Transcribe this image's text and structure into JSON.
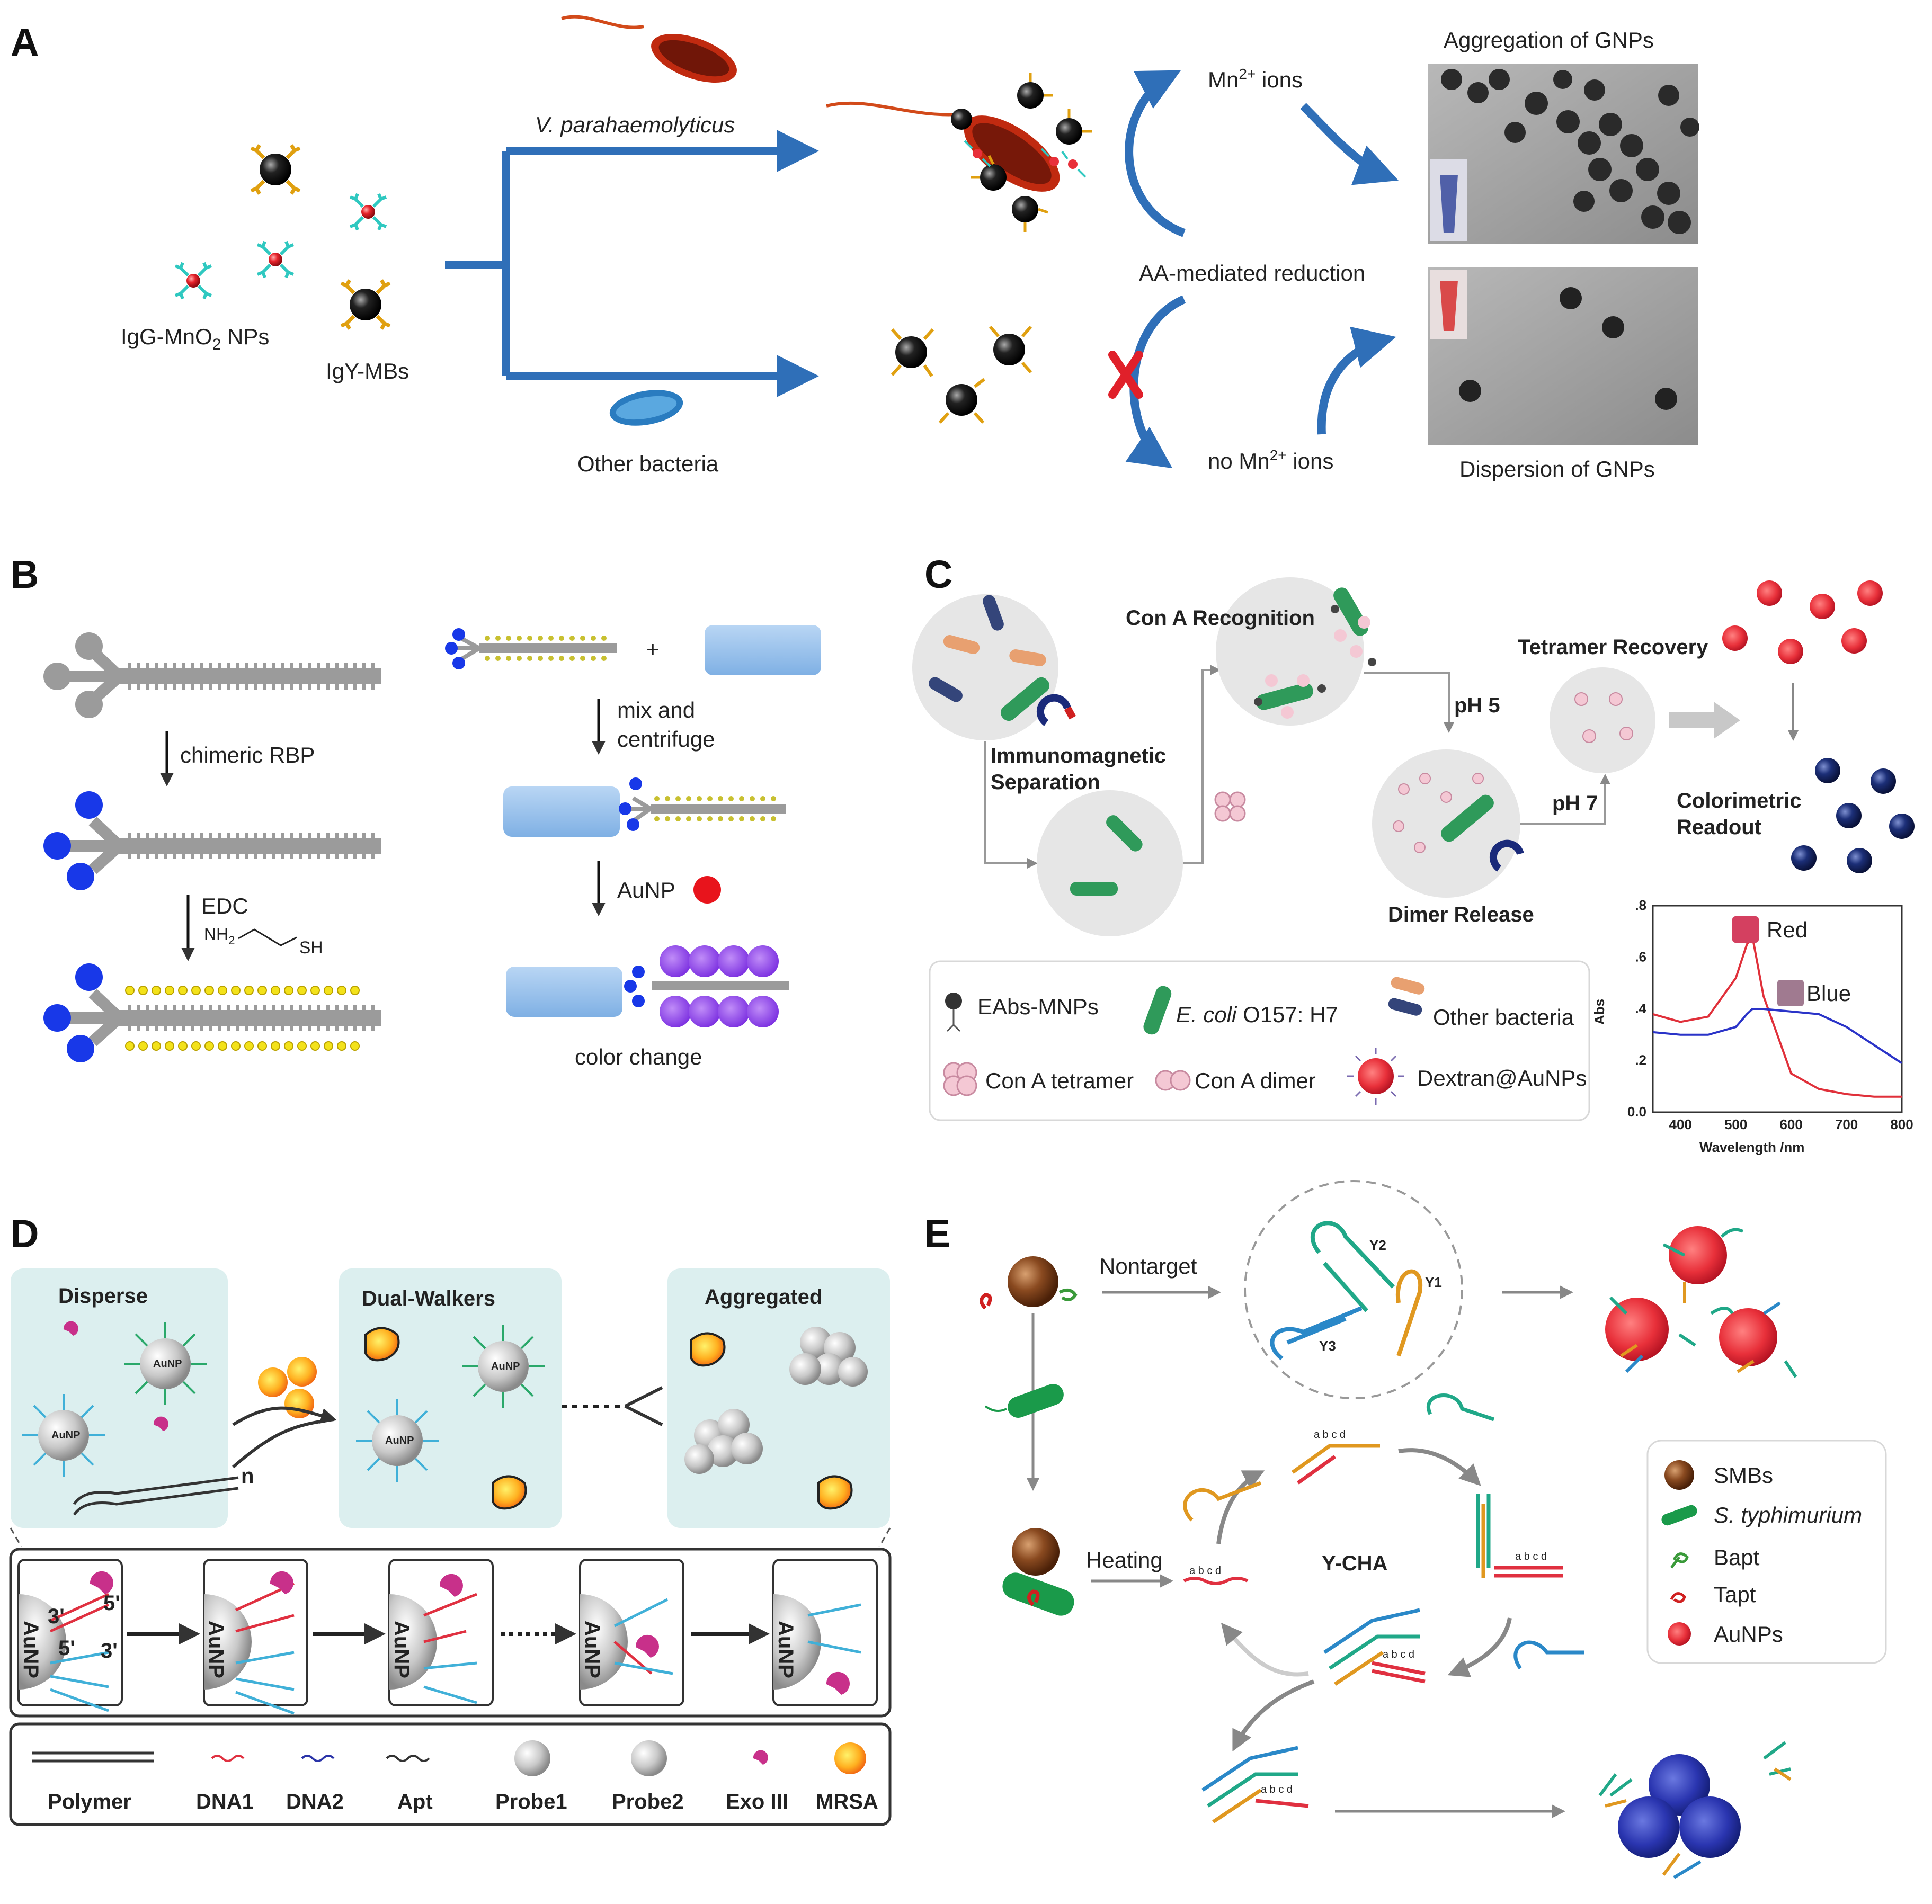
{
  "panels": {
    "A": {
      "letter": "A",
      "pathogen": "V. parahaemolyticus",
      "other": "Other bacteria",
      "igg": "IgG-MnO",
      "igg_sub": "2",
      "igg_tail": " NPs",
      "igy": "IgY-MBs",
      "mn": "Mn",
      "mn_sup": "2+",
      "mn_tail": " ions",
      "no_mn": "no Mn",
      "aa": "AA-mediated reduction",
      "agg": "Aggregation of GNPs",
      "disp": "Dispersion of GNPs",
      "colors": {
        "arrow": "#2f6fb8",
        "cross": "#e0202a"
      }
    },
    "B": {
      "letter": "B",
      "step1": "chimeric RBP",
      "step2": "EDC",
      "nh2": "NH",
      "nh2_sub": "2",
      "sh": "SH",
      "plus": "+",
      "mix1": "mix and",
      "mix2": "centrifuge",
      "aunp": "AuNP",
      "color_change": "color change"
    },
    "C": {
      "letter": "C",
      "conA": "Con A Recognition",
      "tetramer_rec": "Tetramer Recovery",
      "ims1": "Immunomagnetic",
      "ims2": "Separation",
      "ph5": "pH 5",
      "ph7": "pH 7",
      "dimer_release": "Dimer Release",
      "colorimetric1": "Colorimetric",
      "colorimetric2": "Readout",
      "legend": {
        "eabs": "EAbs-MNPs",
        "ecoli_i": "E. coli",
        "ecoli_t": " O157: H7",
        "other": "Other bacteria",
        "tetramer": "Con A tetramer",
        "dimer": "Con A dimer",
        "dextran": "Dextran@AuNPs"
      },
      "spectrum": {
        "ylabel": "Abs",
        "xlabel": "Wavelength /nm",
        "red_label": "Red",
        "blue_label": "Blue",
        "xticks": [
          "400",
          "500",
          "600",
          "700",
          "800"
        ],
        "yticks": [
          "0.0",
          ".2",
          ".4",
          ".6",
          ".8"
        ]
      }
    },
    "D": {
      "letter": "D",
      "disperse": "Disperse",
      "dual": "Dual-Walkers",
      "aggregated": "Aggregated",
      "aunp": "AuNP",
      "p3": "3'",
      "p5": "5'",
      "n": "n",
      "legend": [
        "Polymer",
        "DNA1",
        "DNA2",
        "Apt",
        "Probe1",
        "Probe2",
        "Exo III",
        "MRSA"
      ]
    },
    "E": {
      "letter": "E",
      "nontarget": "Nontarget",
      "heating": "Heating",
      "ycha": "Y-CHA",
      "y1": "Y1",
      "y2": "Y2",
      "y3": "Y3",
      "abcd": "a b c d",
      "legend": {
        "smbs": "SMBs",
        "styph": "S. typhimurium",
        "bapt": "Bapt",
        "tapt": "Tapt",
        "aunps": "AuNPs"
      }
    }
  },
  "chart_data": {
    "type": "line",
    "xlabel": "Wavelength /nm",
    "ylabel": "Abs",
    "xlim": [
      350,
      800
    ],
    "ylim": [
      0,
      0.8
    ],
    "x": [
      350,
      400,
      450,
      500,
      520,
      530,
      550,
      600,
      650,
      700,
      750,
      800
    ],
    "series": [
      {
        "name": "Red",
        "color": "#e0303a",
        "values": [
          0.38,
          0.35,
          0.37,
          0.52,
          0.65,
          0.68,
          0.45,
          0.15,
          0.09,
          0.07,
          0.06,
          0.06
        ]
      },
      {
        "name": "Blue",
        "color": "#2a33c8",
        "values": [
          0.31,
          0.3,
          0.3,
          0.33,
          0.38,
          0.4,
          0.4,
          0.39,
          0.38,
          0.33,
          0.26,
          0.19
        ]
      }
    ]
  }
}
